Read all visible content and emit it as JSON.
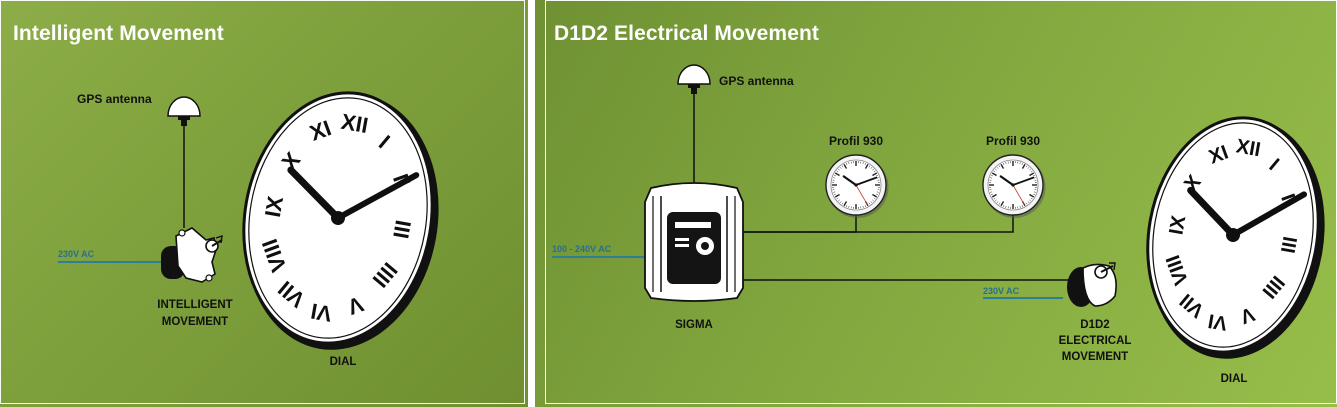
{
  "panels": {
    "left": {
      "title": "Intelligent Movement",
      "gps_label": "GPS antenna",
      "power_label": "230V AC",
      "movement_label_1": "INTELLIGENT",
      "movement_label_2": "MOVEMENT",
      "dial_label": "DIAL"
    },
    "right": {
      "title": "D1D2 Electrical Movement",
      "gps_label": "GPS antenna",
      "clock1_label": "Profil 930",
      "clock2_label": "Profil 930",
      "power_label": "100 - 240V AC",
      "sigma_label": "SIGMA",
      "power_label_2": "230V AC",
      "movement_label_1": "D1D2",
      "movement_label_2": "ELECTRICAL",
      "movement_label_3": "MOVEMENT",
      "dial_label": "DIAL"
    }
  },
  "colors": {
    "line": "#1a1a1a",
    "power_line": "#2f7e97",
    "clock_face": "#ffffff",
    "clock_ink": "#0f0f0f"
  },
  "icons": {
    "gps": "gps-antenna-icon",
    "movement": "intelligent-movement-icon",
    "dial": "roman-clock-dial-icon",
    "sigma": "sigma-master-clock-icon",
    "wall_clock": "profil-930-clock-icon",
    "motor": "d1d2-motor-icon"
  },
  "dial_numerals": [
    "XII",
    "I",
    "II",
    "III",
    "IIII",
    "V",
    "VI",
    "VII",
    "VIII",
    "IX",
    "X",
    "XI"
  ]
}
